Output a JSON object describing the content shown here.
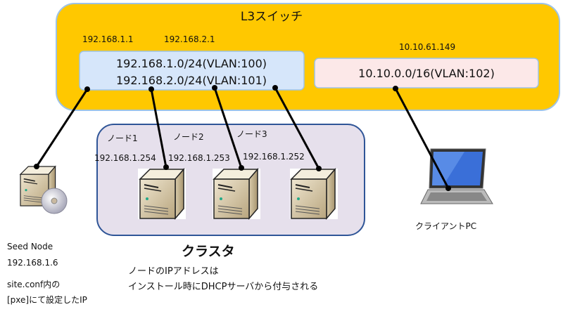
{
  "switch": {
    "title": "L3スイッチ",
    "gateway_ips": [
      "192.168.1.1",
      "192.168.2.1",
      "10.10.61.149"
    ],
    "vlan_internal": [
      "192.168.1.0/24(VLAN:100)",
      "192.168.2.0/24(VLAN:101)"
    ],
    "vlan_external": "10.10.0.0/16(VLAN:102)"
  },
  "cluster": {
    "title": "クラスタ",
    "nodes": [
      {
        "name": "ノード1",
        "ip": "192.168.1.254"
      },
      {
        "name": "ノード2",
        "ip": "192.168.1.253"
      },
      {
        "name": "ノード3",
        "ip": "192.168.1.252"
      }
    ],
    "note": [
      "ノードのIPアドレスは",
      "インストール時にDHCPサーバから付与される"
    ]
  },
  "seed": {
    "name": "Seed Node",
    "ip": "192.168.1.6",
    "note": [
      "site.conf内の",
      "[pxe]にて設定したIP"
    ]
  },
  "client": {
    "label": "クライアントPC"
  },
  "colors": {
    "switch": "#FFC800",
    "internal": "#D6E6FA",
    "external": "#FCE8E8",
    "cluster": "#E6E0EC",
    "cluster_border": "#2F5597"
  }
}
